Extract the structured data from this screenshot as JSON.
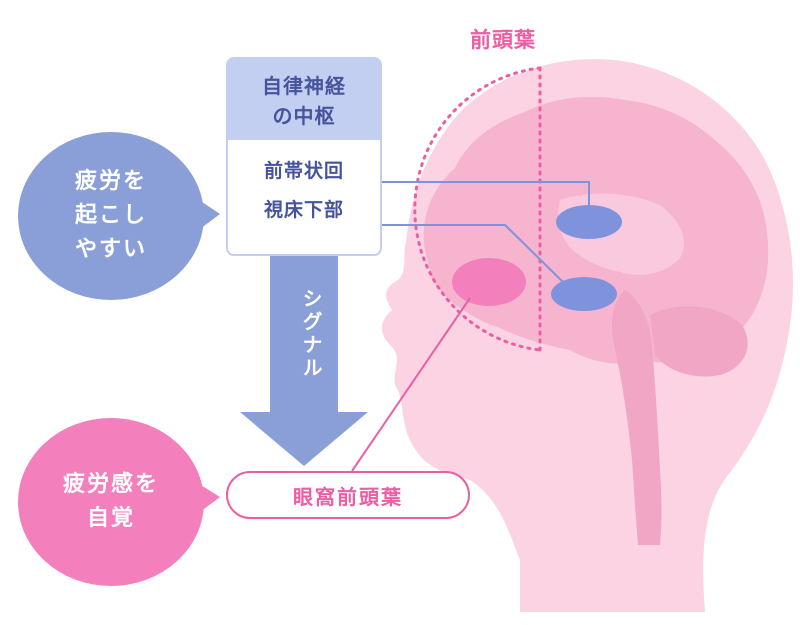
{
  "bubbles": {
    "fatigue_prone": "疲労を\n起こし\nやすい",
    "fatigue_awareness": "疲労感を\n自覚"
  },
  "autonomic_box": {
    "heading": "自律神経\nの中枢",
    "items": [
      "前帯状回",
      "視床下部"
    ]
  },
  "signal_arrow_label": "シグナル",
  "frontal_lobe_label": "前頭葉",
  "orbitofrontal_label": "眼窩前頭葉",
  "colors": {
    "blue_bubble": "#8a9fd8",
    "pink_bubble": "#f47fbd",
    "box_header": "#c3cff0",
    "box_text": "#45549c",
    "accent_pink": "#ec5ea3",
    "head_fill": "#fbd3e3",
    "brain_fill": "#f6b4cf",
    "brain_region_blue": "#7f93dd"
  }
}
